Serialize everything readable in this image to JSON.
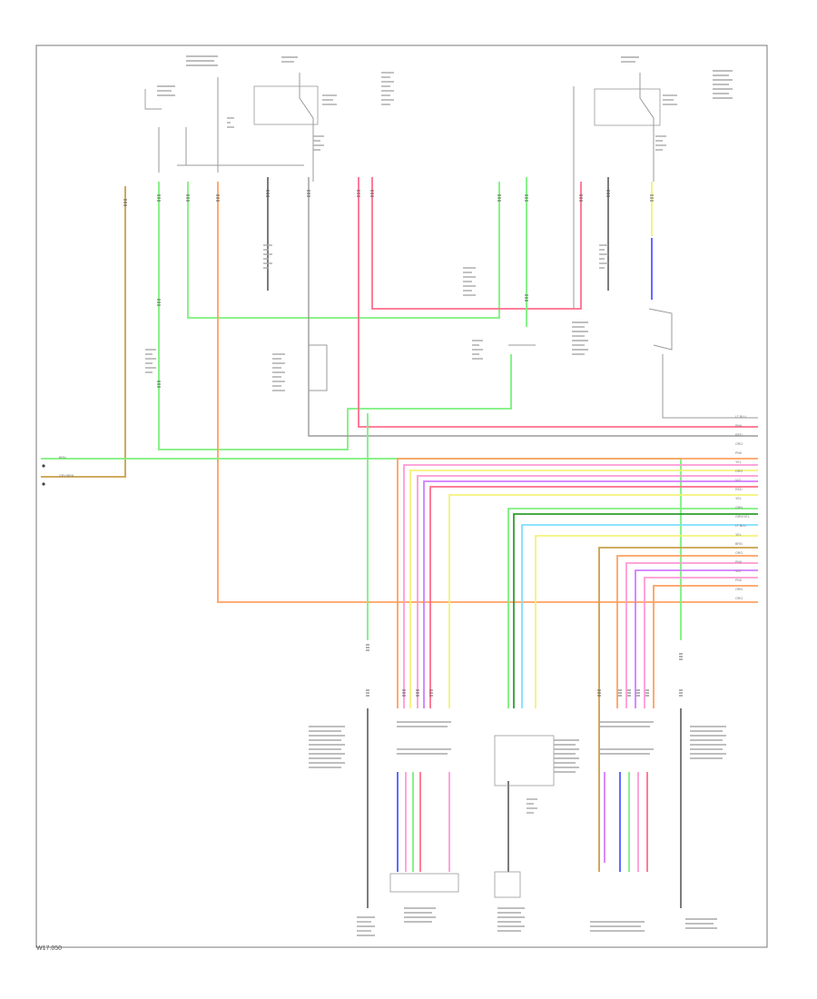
{
  "page_label": "W17.050",
  "colors": {
    "frame": "#7a7a7a",
    "black": "#444444",
    "gray": "#9a9a9a",
    "green": "#7cf07c",
    "brown": "#c9a04a",
    "orange": "#ffa060",
    "red": "#ff6d8c",
    "pink": "#ff9ad4",
    "violet": "#d47cff",
    "yellow": "#f2f27a",
    "blue": "#4d5cff",
    "lightblue": "#7fdfff",
    "lightgreen": "#a8f0a8",
    "darkgreen": "#2f9e2f"
  },
  "left_terminals": [
    "BRN",
    "GRY/BRN"
  ],
  "harness_labels": [
    "LT BLU",
    "PNK",
    "RED",
    "ORG",
    "PNK",
    "YEL",
    "ORG",
    "VIO",
    "RED",
    "YEL",
    "GRN",
    "GRN/YEL",
    "LT BLU",
    "YEL",
    "BRN",
    "ORG",
    "PNK",
    "VIO",
    "PNK",
    "ORN",
    "ORG"
  ]
}
